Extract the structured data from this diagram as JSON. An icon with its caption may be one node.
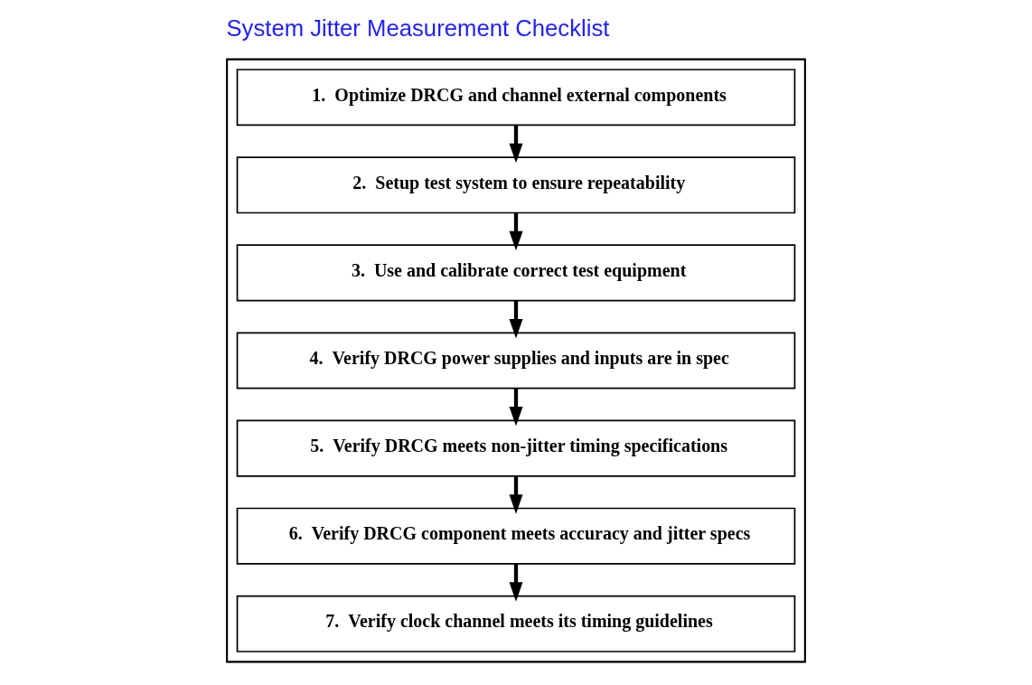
{
  "diagram": {
    "title": "System Jitter Measurement Checklist",
    "nodes": [
      {
        "text": [],
        "shape": "box"
      },
      {
        "text": [
          "1.  Optimize DRCG and channel external components"
        ],
        "in": 0
      },
      {
        "text": [
          "2.  Setup test system to ensure repeatability"
        ],
        "in": 0
      },
      {
        "text": [
          "3.  Use and calibrate correct test equipment"
        ],
        "in": 0
      },
      {
        "text": [
          "4.  Verify DRCG power supplies and inputs are in spec"
        ],
        "in": 0
      },
      {
        "text": [
          "5.  Verify DRCG meets non-jitter timing specifications"
        ],
        "in": 0
      },
      {
        "text": [
          "6.  Verify DRCG component meets accuracy and jitter specs"
        ],
        "in": 0
      },
      {
        "text": [
          "7.  Verify clock channel meets its timing guidelines"
        ],
        "in": 0
      }
    ],
    "edges": [
      {
        "from": 1,
        "to": 2,
        "arrow": "to"
      },
      {
        "from": 2,
        "to": 3,
        "arrow": "to"
      },
      {
        "from": 3,
        "to": 4,
        "arrow": "to"
      },
      {
        "from": 4,
        "to": 5,
        "arrow": "to"
      },
      {
        "from": 5,
        "to": 6,
        "arrow": "to"
      },
      {
        "from": 6,
        "to": 7,
        "arrow": "to"
      }
    ]
  }
}
